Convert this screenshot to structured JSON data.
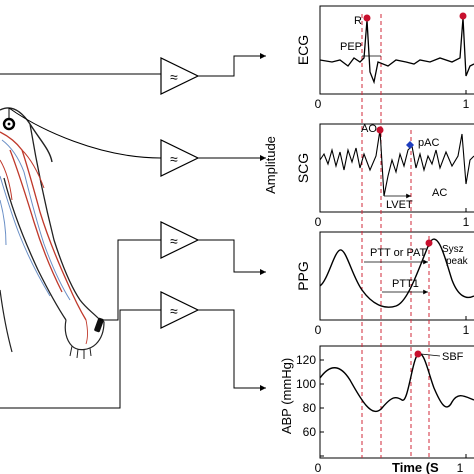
{
  "ecg": {
    "ylabel": "ECG",
    "r_label": "R",
    "pep_label": "PEP",
    "x_ticks": [
      "0",
      "1"
    ]
  },
  "scg": {
    "ylabel": "SCG",
    "ao_label": "AO",
    "pac_label": "pAC",
    "lvet_label": "LVET",
    "ac_label": "AC",
    "x_ticks": [
      "0",
      "1"
    ]
  },
  "ppg": {
    "ylabel": "PPG",
    "ptt_pat_label": "PTT or PAT",
    "ptt1_label": "PTT1",
    "systolic_label_1": "Sysz",
    "systolic_label_2": "peak",
    "x_ticks": [
      "0",
      "1"
    ]
  },
  "abp": {
    "ylabel": "ABP (mmHg)",
    "y_ticks": [
      "120",
      "100",
      "80",
      "60"
    ],
    "sbp_label": "SBF",
    "x_ticks": [
      "0",
      "1"
    ],
    "xlabel": "Time (S"
  },
  "amplitude_label": "Amplitude",
  "colors": {
    "marker_red": "#c8102e",
    "marker_blue": "#1f3fbf",
    "dashed_line": "#d0283a",
    "artery": "#c0392b",
    "vein": "#6a8fc6"
  },
  "icons": [
    "wave-filter-icon",
    "measurement-electrode-icon"
  ]
}
